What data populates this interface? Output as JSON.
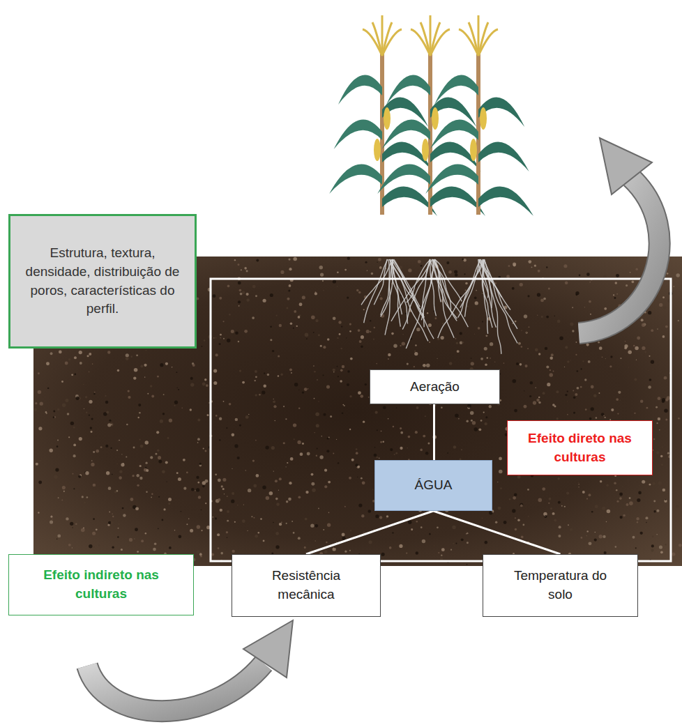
{
  "diagram": {
    "nodes": [
      {
        "text": [
          "Estrutura, textura, densidade, distribuição de poros, características do perfil."
        ]
      },
      {
        "text": [
          "Aeração"
        ]
      },
      {
        "text": [
          "Efeito direto nas culturas"
        ]
      },
      {
        "text": [
          "ÁGUA"
        ]
      },
      {
        "text": [
          "Efeito indireto nas culturas"
        ]
      },
      {
        "text": [
          "Resistência mecânica"
        ]
      },
      {
        "text": [
          "Temperatura do solo"
        ]
      }
    ],
    "edges": [
      {
        "from": 1,
        "to": 3,
        "arrow": "none"
      },
      {
        "from": 3,
        "to": 5,
        "arrow": "none"
      },
      {
        "from": 3,
        "to": 6,
        "arrow": "none"
      }
    ]
  }
}
